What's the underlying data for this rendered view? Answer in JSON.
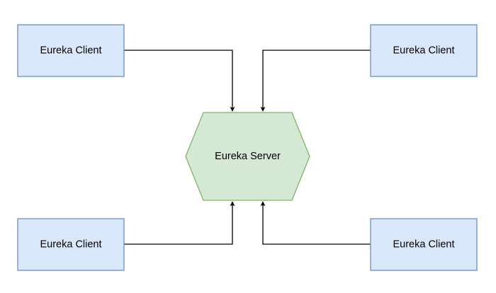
{
  "diagram": {
    "server": {
      "label": "Eureka Server",
      "fill": "#d5e8d4",
      "stroke": "#82b366"
    },
    "clients": [
      {
        "label": "Eureka Client"
      },
      {
        "label": "Eureka Client"
      },
      {
        "label": "Eureka Client"
      },
      {
        "label": "Eureka Client"
      }
    ],
    "client_style": {
      "fill": "#dae8fc",
      "stroke": "#6c8ebf"
    },
    "connector_color": "#000000"
  }
}
